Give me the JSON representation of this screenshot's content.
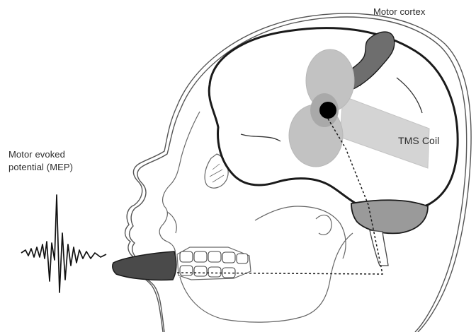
{
  "labels": {
    "motor_cortex": "Motor cortex",
    "tms_coil": "TMS Coil",
    "mep_line1": "Motor evoked",
    "mep_line2": "potential (MEP)"
  },
  "colors": {
    "outline": "#1a1a1a",
    "motor_cortex_fill": "#6e6e6e",
    "coil_light": "#d4d4d4",
    "coil_mid": "#bdbdbd",
    "cerebellum_fill": "#9a9a9a",
    "tongue_fill": "#4a4a4a",
    "coil_center": "#000000"
  },
  "icons": {
    "mep_trace": "waveform",
    "coil": "figure-eight-coil"
  }
}
